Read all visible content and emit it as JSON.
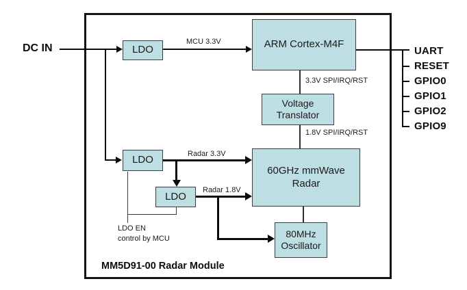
{
  "diagram": {
    "title": "MM5D91-00 Radar Module",
    "input_label": "DC IN",
    "blocks": {
      "ldo_mcu": "LDO",
      "mcu": "ARM Cortex-M4F",
      "vt_line1": "Voltage",
      "vt_line2": "Translator",
      "radar_line1": "60GHz mmWave",
      "radar_line2": "Radar",
      "ldo_radar33": "LDO",
      "ldo_radar18": "LDO",
      "osc_line1": "80MHz",
      "osc_line2": "Oscillator"
    },
    "net_labels": {
      "mcu_33": "MCU 3.3V",
      "spi_33": "3.3V SPI/IRQ/RST",
      "spi_18": "1.8V SPI/IRQ/RST",
      "radar_33": "Radar 3.3V",
      "radar_18": "Radar 1.8V",
      "ldo_en_line1": "LDO EN",
      "ldo_en_line2": "control by MCU"
    },
    "pins": [
      "UART",
      "RESET",
      "GPIO0",
      "GPIO1",
      "GPIO2",
      "GPIO9"
    ],
    "colors": {
      "block_fill": "#bddee2",
      "block_border": "#3c3c3c",
      "line": "#0a0a0a",
      "module_border": "#141414"
    }
  }
}
